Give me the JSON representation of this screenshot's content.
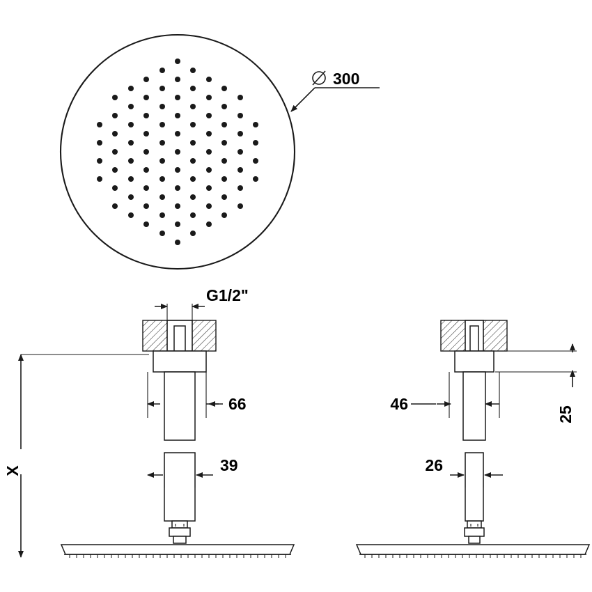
{
  "drawing": {
    "title": "",
    "type": "technical-dimension-drawing",
    "views": [
      {
        "name": "top-view-shower-head",
        "description": "Round shower head face with nozzle pattern"
      },
      {
        "name": "side-view-left",
        "description": "Side elevation with wall mount arm"
      },
      {
        "name": "side-view-right",
        "description": "Side elevation with wall mount arm"
      }
    ],
    "dimensions": {
      "diameter": "300",
      "diameter_symbol": "⌀",
      "thread": "G1/2\"",
      "left_arm_length": "66",
      "left_stem_length": "39",
      "right_arm_length": "46",
      "right_stem_length": "26",
      "wall_offset": "25",
      "height_variable": "X"
    },
    "colors": {
      "line": "#1a1a1a",
      "background": "#ffffff",
      "nozzle": "#1a1a1a"
    }
  }
}
